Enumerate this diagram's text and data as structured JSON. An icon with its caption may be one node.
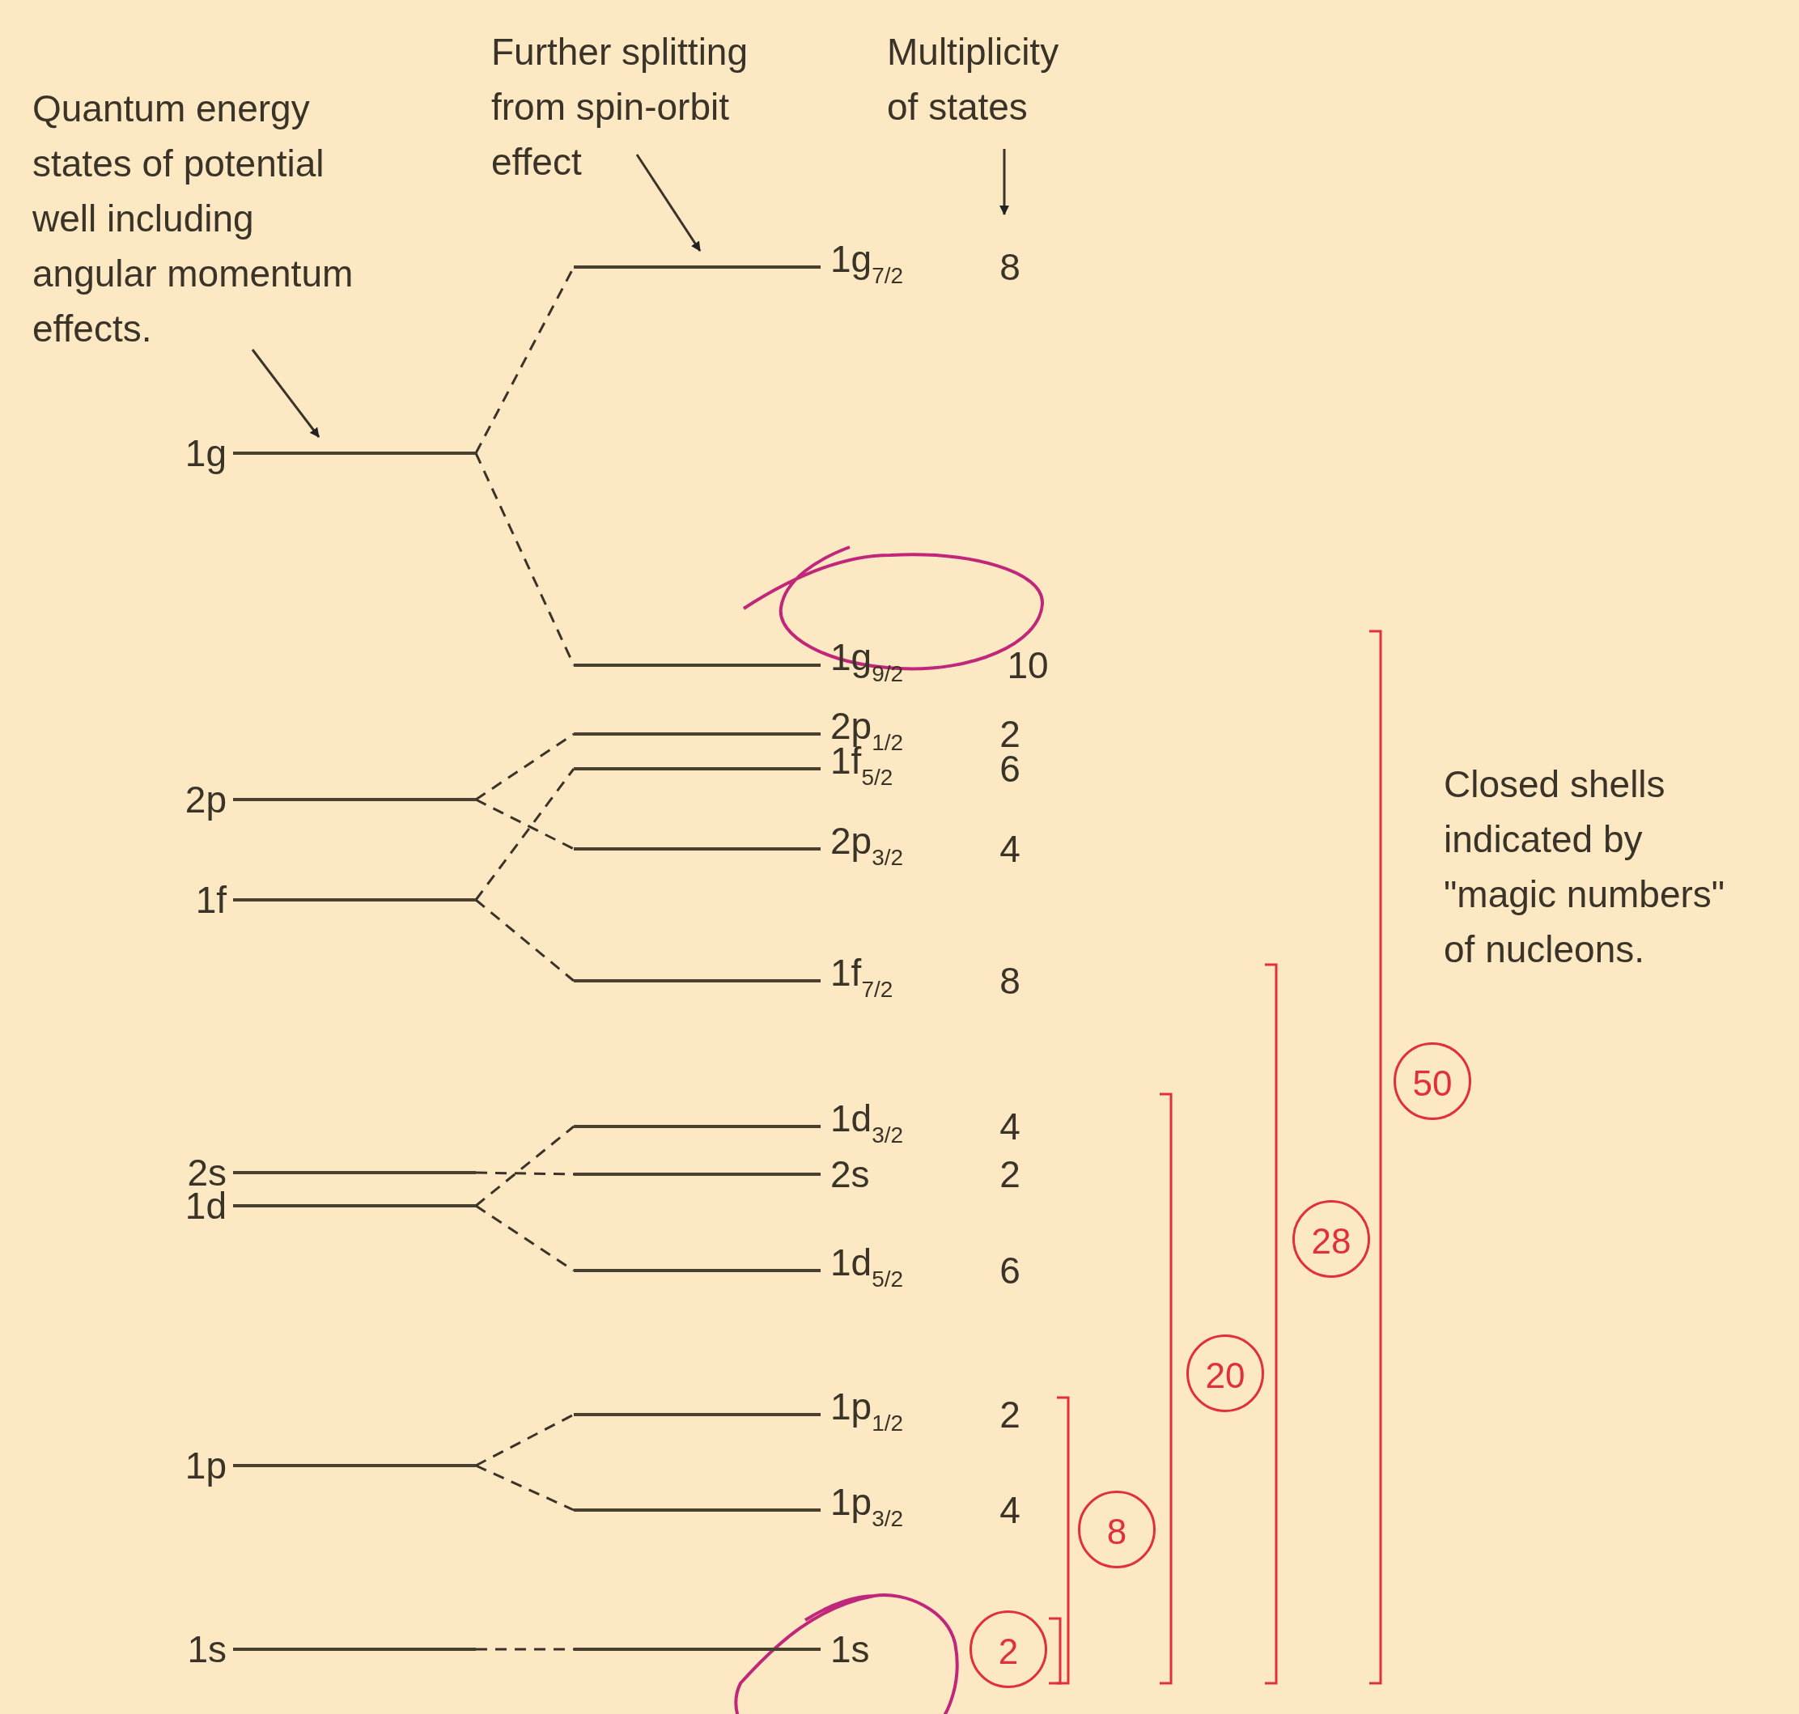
{
  "diagram": {
    "nodes": [
      {
        "text": [
          "Quantum energy states of potential well including angular momentum effects."
        ]
      },
      {
        "text": [
          "Further splitting from spin-orbit effect"
        ]
      },
      {
        "text": [
          "Multiplicity of states"
        ]
      },
      {
        "text": [
          "1g$_{7/2}$"
        ],
        "beside": [
          "8"
        ]
      },
      {
        "text": [
          "1g"
        ]
      },
      {
        "text": [
          "1g$_{9/2}$"
        ],
        "beside": [
          "10"
        ]
      },
      {
        "text": [
          "2p$_{1/2}$"
        ],
        "beside": [
          "2"
        ]
      },
      {
        "text": [
          "1f$_{5/2}$"
        ],
        "beside": [
          "6"
        ]
      },
      {
        "text": [
          "2p"
        ]
      },
      {
        "text": [
          "2p$_{3/2}$"
        ],
        "beside": [
          "4"
        ]
      },
      {
        "text": [
          "1f"
        ]
      },
      {
        "text": [
          "1f$_{7/2}$"
        ],
        "beside": [
          "8"
        ]
      },
      {
        "text": [
          "50"
        ]
      },
      {
        "text": [
          "1d$_{3/2}$"
        ],
        "beside": [
          "4"
        ]
      },
      {
        "text": [
          "2s"
        ]
      },
      {
        "text": [
          "2s"
        ],
        "beside": [
          "2"
        ]
      },
      {
        "text": [
          "1d"
        ]
      },
      {
        "text": [
          "28"
        ]
      },
      {
        "text": [
          "1d$_{5/2}$"
        ],
        "beside": [
          "6"
        ]
      },
      {
        "text": [
          "20"
        ]
      },
      {
        "text": [
          "1p$_{1/2}$"
        ],
        "beside": [
          "2"
        ]
      },
      {
        "text": [
          "1p"
        ]
      },
      {
        "text": [
          "8"
        ]
      },
      {
        "text": [
          "1p$_{3/2}$"
        ],
        "beside": [
          "4"
        ]
      },
      {
        "text": [
          "1s"
        ]
      },
      {
        "text": [
          "1s"
        ]
      },
      {
        "text": [
          "2"
        ]
      }
    ],
    "edges": [
      {
        "from": 0,
        "to": 4,
        "arrow": "to"
      },
      {
        "from": 1,
        "to": 3,
        "arrow": "to"
      },
      {
        "from": 2,
        "to": 3,
        "arrow": "to"
      },
      {
        "from": 4,
        "to": 3,
        "arrow": "none",
        "style": "dashed"
      },
      {
        "from": 4,
        "to": 5,
        "arrow": "none",
        "style": "dashed"
      },
      {
        "from": 8,
        "to": 6,
        "arrow": "none",
        "style": "dashed"
      },
      {
        "from": 8,
        "to": 9,
        "arrow": "none",
        "style": "dashed"
      },
      {
        "from": 10,
        "to": 7,
        "arrow": "none",
        "style": "dashed"
      },
      {
        "from": 10,
        "to": 11,
        "arrow": "none",
        "style": "dashed"
      },
      {
        "from": 14,
        "to": 15,
        "arrow": "none",
        "style": "dashed"
      },
      {
        "from": 16,
        "to": 13,
        "arrow": "none",
        "style": "dashed"
      },
      {
        "from": 16,
        "to": 18,
        "arrow": "none",
        "style": "dashed"
      },
      {
        "from": 21,
        "to": 20,
        "arrow": "none",
        "style": "dashed"
      },
      {
        "from": 21,
        "to": 23,
        "arrow": "none",
        "style": "dashed"
      },
      {
        "from": 24,
        "to": 25,
        "arrow": "none",
        "style": "dashed"
      }
    ],
    "labels": [
      "Closed shells indicated by \"magic numbers\" of nucleons."
    ]
  }
}
